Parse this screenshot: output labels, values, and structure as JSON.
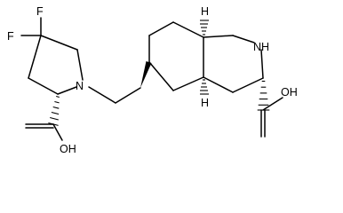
{
  "structure": {
    "atom_labels": {
      "f_top": "F",
      "f_left": "F",
      "n_pyrrolidine": "N",
      "nh_ring": "NH",
      "h_top": "H",
      "h_bottom": "H",
      "oh_left": "OH",
      "oh_right": "OH"
    }
  }
}
